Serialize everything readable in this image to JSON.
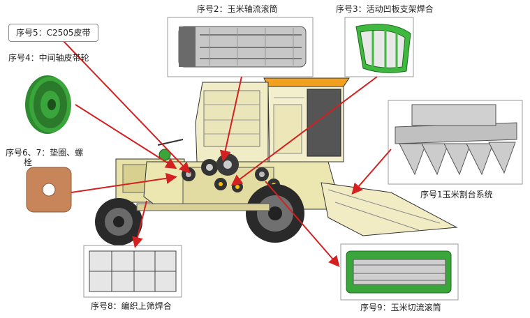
{
  "labels": {
    "belt": "序号5：C2505皮带",
    "pulley": "序号4：中间轴皮带轮",
    "washer_l1": "序号6、7：垫圈、螺",
    "washer_l2": "栓",
    "drum": "序号2：玉米轴流滚筒",
    "concave": "序号3：活动凹板支架焊合",
    "header": "序号1玉米割台系统",
    "screen": "序号8：编织上筛焊合",
    "cutdrum": "序号9：玉米切流滚筒"
  },
  "colors": {
    "arrow": "#d42020",
    "machine_body": "#f0ecc6",
    "machine_frame": "#e8e2a8",
    "accent_green": "#3aa53a",
    "dark": "#2a2a2a"
  }
}
